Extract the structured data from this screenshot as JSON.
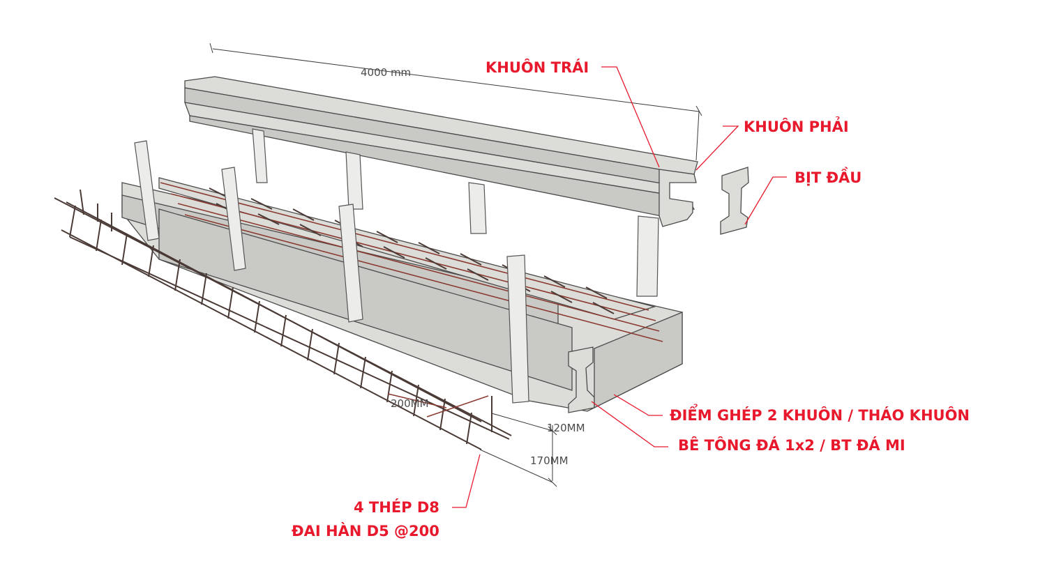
{
  "labels": {
    "left_mold": "KHUÔN TRÁI",
    "right_mold": "KHUÔN PHẢI",
    "end_cap": "BỊT ĐẦU",
    "mold_joint": "ĐIỂM GHÉP 2 KHUÔN / THÁO KHUÔN",
    "concrete": "BÊ TÔNG ĐÁ 1x2 / BT ĐÁ MI",
    "rebar_main": "4 THÉP D8",
    "rebar_stirrup": "ĐAI HÀN D5 @200"
  },
  "dimensions": {
    "length": "4000 mm",
    "stirrup_spacing": "200MM",
    "width": "120MM",
    "height": "170MM"
  },
  "colors": {
    "label": "#e8192c",
    "concrete": "#dcdcd8",
    "rebar": "#4a3a36",
    "dimension_text": "#4a4a4a"
  },
  "icons": [
    "i-beam-end-cap-icon"
  ]
}
